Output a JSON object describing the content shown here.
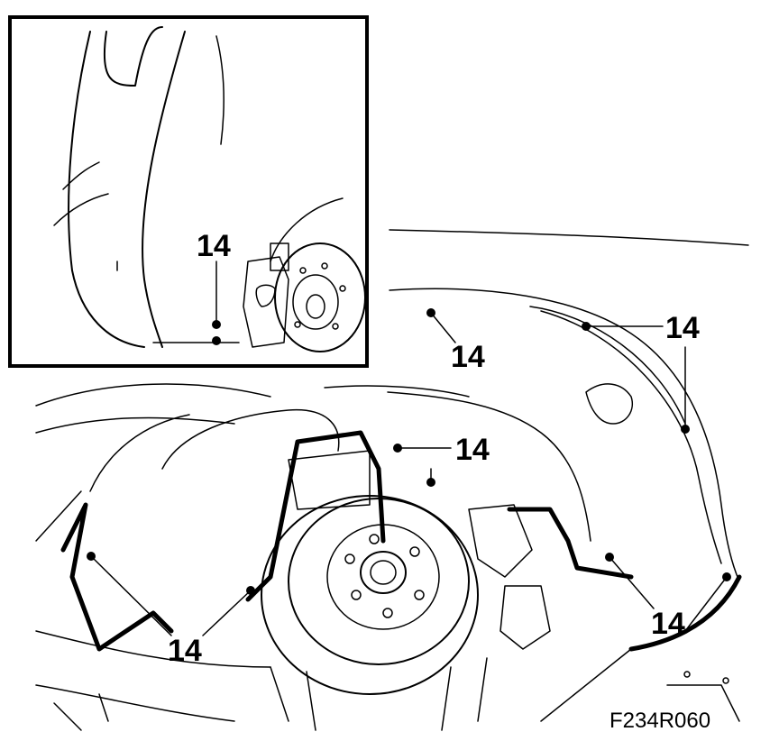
{
  "diagram": {
    "inset_callout": "14",
    "callouts": [
      "14",
      "14",
      "14",
      "14",
      "14"
    ],
    "figure_id": "F234R060"
  }
}
